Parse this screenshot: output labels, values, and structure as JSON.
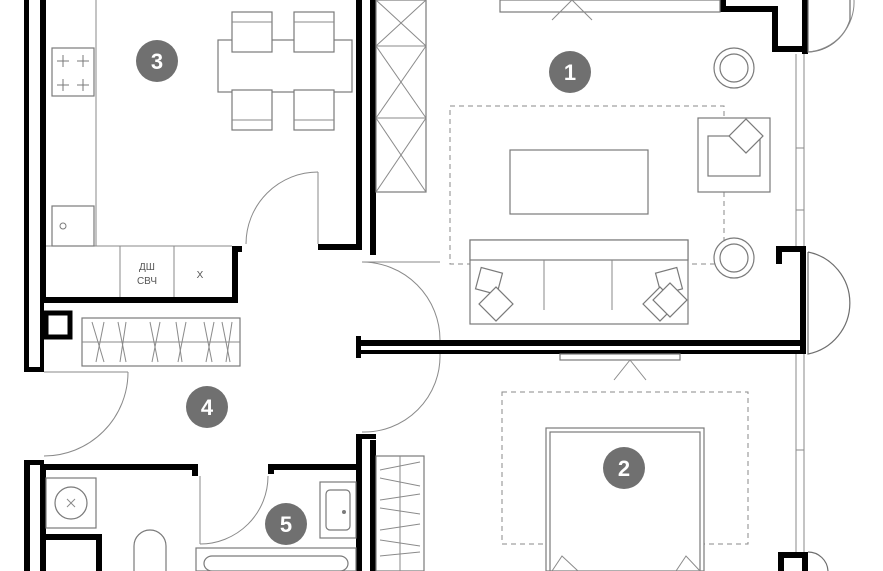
{
  "rooms": [
    {
      "id": "living",
      "number": "1"
    },
    {
      "id": "bedroom",
      "number": "2"
    },
    {
      "id": "kitchen",
      "number": "3"
    },
    {
      "id": "hall",
      "number": "4"
    },
    {
      "id": "bathroom",
      "number": "5"
    }
  ],
  "appliance_labels": {
    "shower_line1": "ДШ",
    "microwave_line2": "СВЧ",
    "fridge": "Х"
  },
  "colors": {
    "wall": "#000000",
    "badge_fill": "#707070",
    "badge_text": "#ffffff",
    "furniture_stroke": "#7a7a7a"
  }
}
